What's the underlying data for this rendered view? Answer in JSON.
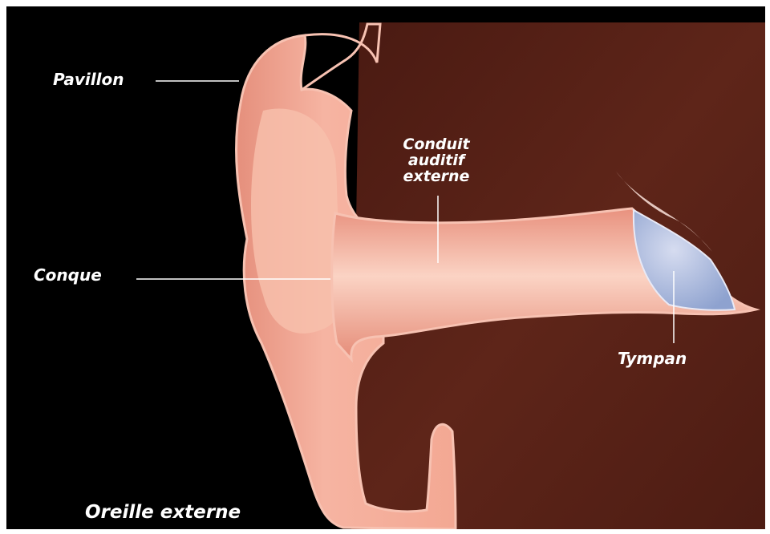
{
  "title": "Oreille externe",
  "labels": {
    "pavillon": "Pavillon",
    "conduit_line1": "Conduit",
    "conduit_line2": "auditif",
    "conduit_line3": "externe",
    "conque": "Conque",
    "tympan": "Tympan"
  },
  "colors": {
    "background": "#000000",
    "tissue": "#5a2318",
    "skin": "#f2a592",
    "skin_light": "#fcd6c8",
    "eardrum": "#a6b9dd",
    "leader_line": "#ffffff"
  }
}
